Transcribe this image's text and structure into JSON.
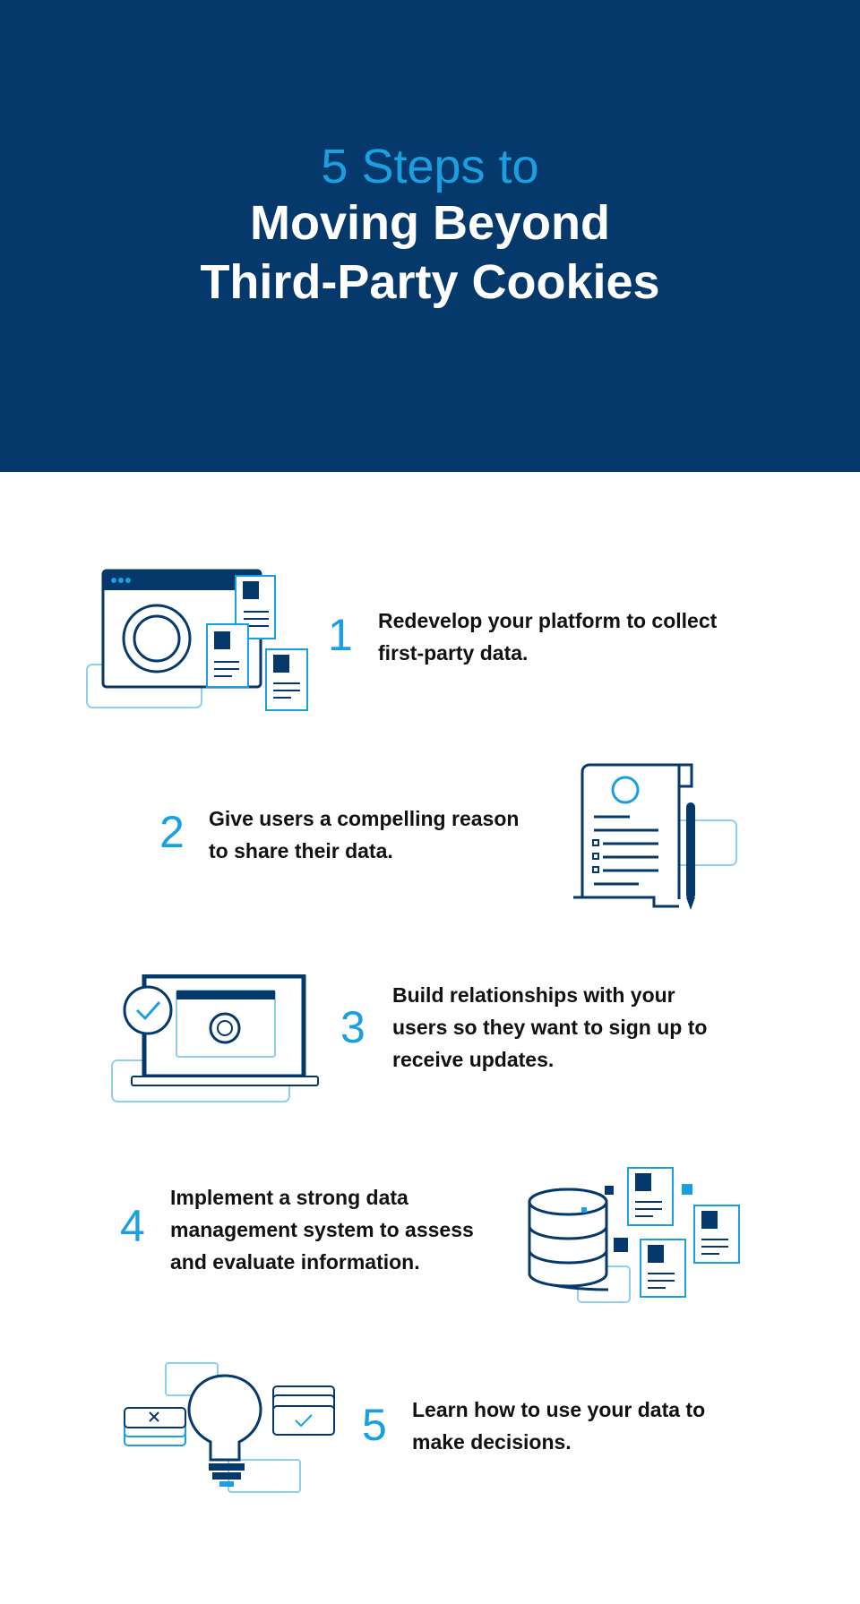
{
  "header": {
    "subtitle": "5 Steps to",
    "title_line1": "Moving Beyond",
    "title_line2": "Third-Party Cookies"
  },
  "steps": [
    {
      "number": "1",
      "lines": [
        "Redevelop your platform to collect",
        "first-party data."
      ]
    },
    {
      "number": "2",
      "lines": [
        "Give users a compelling reason",
        "to share their data."
      ]
    },
    {
      "number": "3",
      "lines": [
        "Build relationships with your",
        "users so they want to sign up to",
        "receive updates."
      ]
    },
    {
      "number": "4",
      "lines": [
        "Implement a strong data",
        "management system to assess",
        "and evaluate information."
      ]
    },
    {
      "number": "5",
      "lines": [
        "Learn how to use your data to",
        "make decisions."
      ]
    }
  ],
  "colors": {
    "navy": "#05386b",
    "accent": "#1a9fe0",
    "light": "#8fd0f2"
  }
}
